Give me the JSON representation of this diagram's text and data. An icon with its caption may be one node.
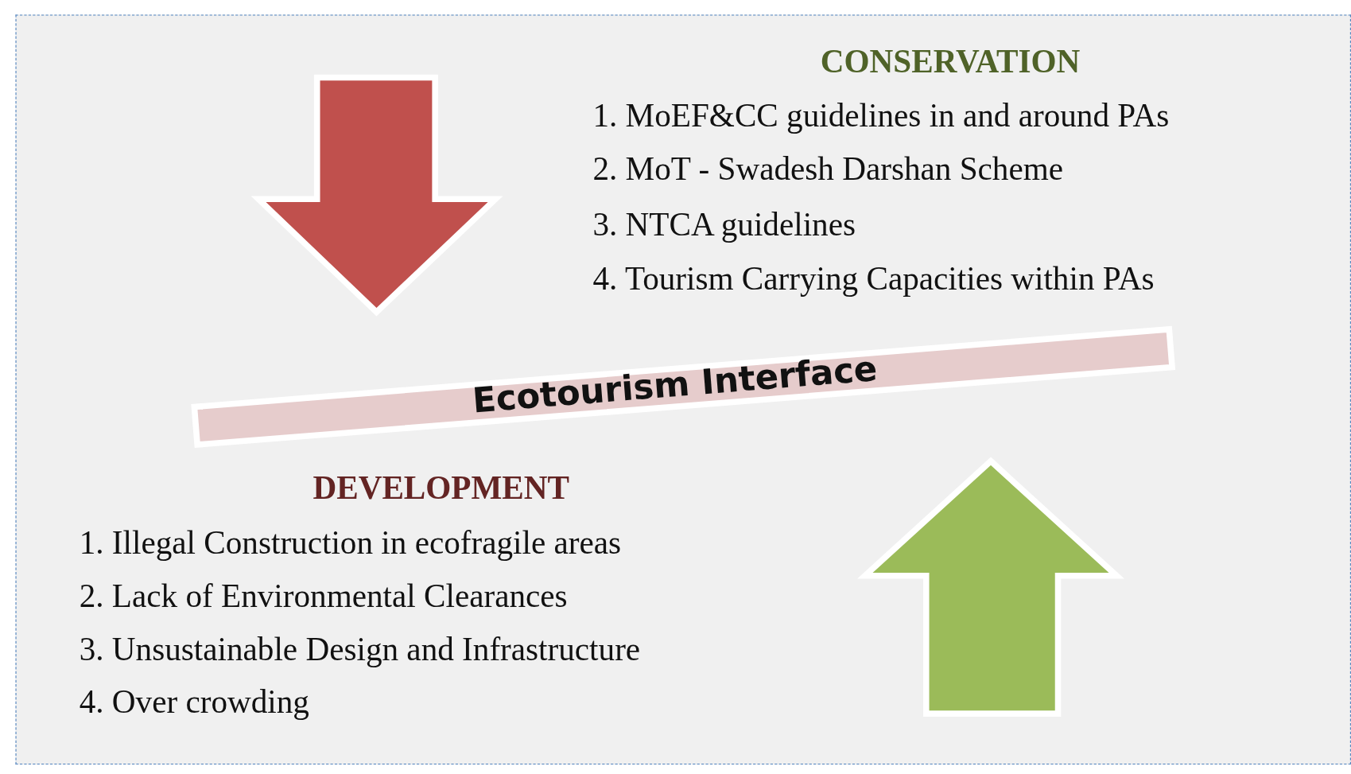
{
  "diagram": {
    "nodes": [
      {
        "text": [
          "Ecotourism Interface"
        ]
      }
    ],
    "labels": [
      "CONSERVATION",
      "1. MoEF&CC guidelines in and around PAs",
      "2. MoT - Swadesh Darshan Scheme",
      "3. NTCA guidelines",
      "4. Tourism Carrying Capacities within PAs",
      "DEVELOPMENT",
      "1. Illegal Construction in ecofragile areas",
      "2. Lack of Environmental Clearances",
      "3. Unsustainable Design and Infrastructure",
      "4. Over crowding"
    ]
  }
}
